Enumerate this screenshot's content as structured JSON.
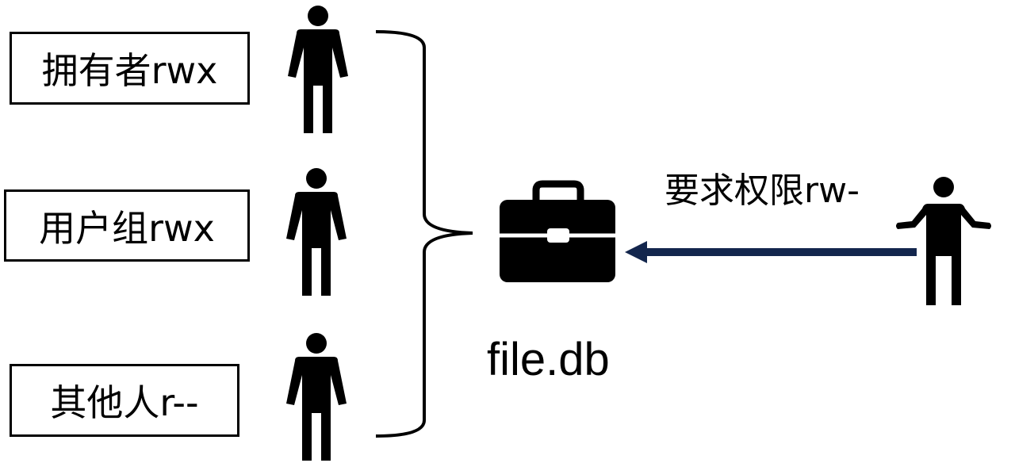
{
  "roles": [
    {
      "label": "拥有者rwx"
    },
    {
      "label": "用户组rwx"
    },
    {
      "label": "其他人r--"
    }
  ],
  "file": {
    "name": "file.db",
    "icon": "briefcase-icon"
  },
  "request": {
    "label": "要求权限rw-"
  },
  "colors": {
    "arrow": "#13264d",
    "ink": "#000000"
  }
}
